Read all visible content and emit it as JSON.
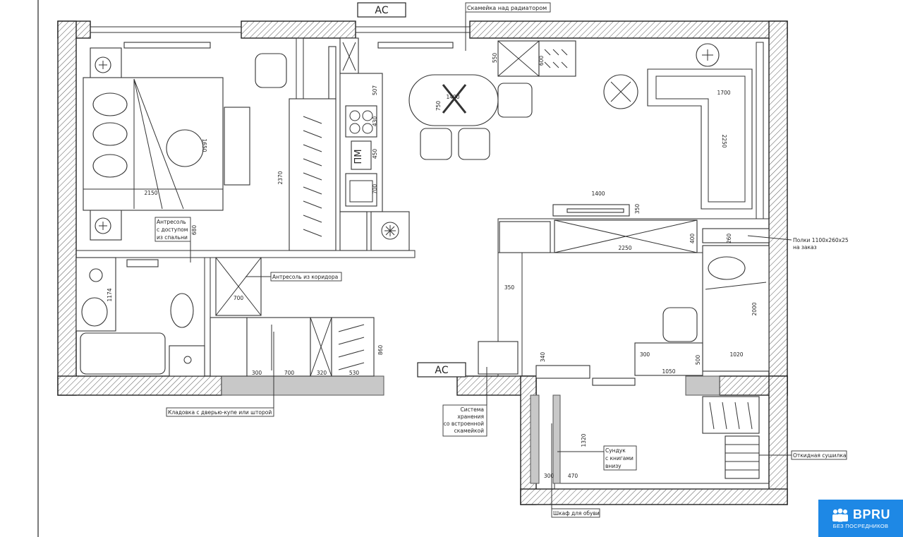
{
  "ac_markers": [
    "АС",
    "АС"
  ],
  "annotations": {
    "bench_radiator": "Скамейка над радиатором",
    "mezzanine_bedroom": [
      "Антресоль",
      "с доступом",
      "из спальни"
    ],
    "mezzanine_corridor": "Антресоль из коридора",
    "closet_door": "Кладовка с дверью-купе или шторой",
    "storage_system": [
      "Система",
      "хранения",
      "со встроенной",
      "скамейкой"
    ],
    "shelves": [
      "Полки 1100х260х25",
      "на заказ"
    ],
    "chest_books": [
      "Сундук",
      "с книгами",
      "внизу"
    ],
    "shoe_cabinet": "Шкаф для обуви",
    "folding_dryer": "Откидная сушилка"
  },
  "appliance_label": "ПМ",
  "dimensions": {
    "bed_width": "2150",
    "bed_length": "1650",
    "mezz_height": "680",
    "wardrobe_height": "2370",
    "dim_507": "507",
    "dim_430": "430",
    "dim_450": "450",
    "dim_700_k": "700",
    "dim_550": "550",
    "dim_600": "600",
    "dim_1400_table": "1400",
    "dim_750": "750",
    "sofa_w": "1700",
    "sofa_h": "2250",
    "tv_w": "1400",
    "tv_h": "350",
    "bath_1174": "1174",
    "dim_700_c": "700",
    "dim_860": "860",
    "dim_300_a": "300",
    "dim_700_a": "700",
    "dim_320": "320",
    "dim_530": "530",
    "dim_350": "350",
    "dim_2250": "2250",
    "dim_400": "400",
    "dim_260": "260",
    "dim_2000": "2000",
    "dim_1020": "1020",
    "dim_300_b": "300",
    "dim_1050": "1050",
    "dim_500": "500",
    "dim_340": "340",
    "dim_1320": "1320",
    "dim_300_c": "300",
    "dim_470": "470"
  },
  "logo": {
    "name": "BPRU",
    "tagline": "БЕЗ ПОСРЕДНИКОВ",
    "color": "#1e88e5"
  }
}
